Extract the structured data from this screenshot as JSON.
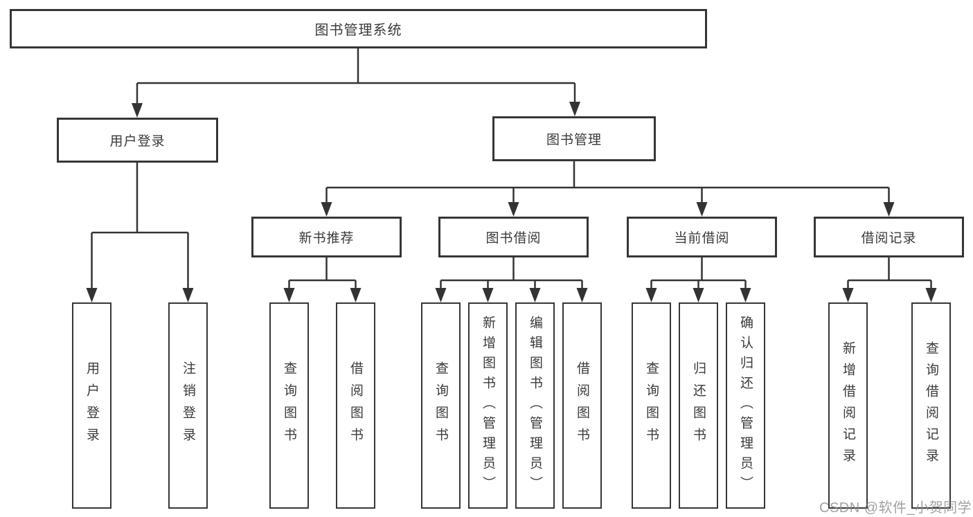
{
  "diagram": {
    "root": {
      "label": "图书管理系统"
    },
    "branches": [
      {
        "label": "用户登录",
        "children": [
          {
            "label": "用户登录"
          },
          {
            "label": "注销登录"
          }
        ]
      },
      {
        "label": "图书管理",
        "children": [
          {
            "label": "新书推荐",
            "children": [
              {
                "label": "查询图书"
              },
              {
                "label": "借阅图书"
              }
            ]
          },
          {
            "label": "图书借阅",
            "children": [
              {
                "label": "查询图书"
              },
              {
                "label": "新增图书（管理员）"
              },
              {
                "label": "编辑图书（管理员）"
              },
              {
                "label": "借阅图书"
              }
            ]
          },
          {
            "label": "当前借阅",
            "children": [
              {
                "label": "查询图书"
              },
              {
                "label": "归还图书"
              },
              {
                "label": "确认归还（管理员）"
              }
            ]
          },
          {
            "label": "借阅记录",
            "children": [
              {
                "label": "新增借阅记录"
              },
              {
                "label": "查询借阅记录"
              }
            ]
          }
        ]
      }
    ]
  },
  "watermark": {
    "text": "CSDN @软件_小贺同学"
  },
  "colors": {
    "line": "#333333",
    "box_border": "#363636",
    "text": "#3a3a3a",
    "background": "#ffffff",
    "watermark": "#8c8c8c"
  }
}
